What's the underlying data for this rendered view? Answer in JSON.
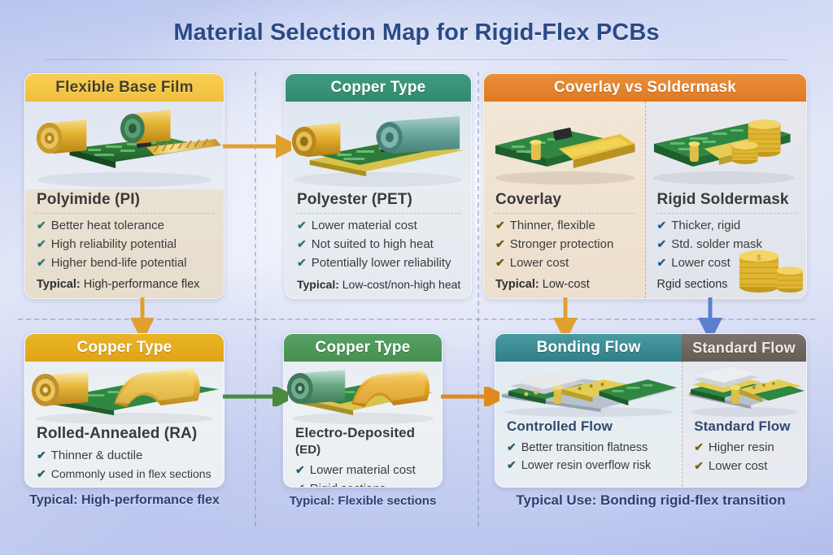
{
  "header": {
    "title": "Material Selection Map for Rigid-Flex PCBs"
  },
  "theme": {
    "accent_gold": "#f0c040",
    "accent_green": "#3f9079",
    "accent_orange": "#e4822c",
    "accent_teal": "#3d8f97",
    "accent_gray": "#6f6661",
    "title_color": "#2a4a86",
    "arrow_orange": "#e0a030",
    "arrow_green": "#4a8a3c",
    "arrow_blue": "#5b7fd0"
  },
  "cards": [
    {
      "id": "flexible-base-film",
      "header": "Flexible Base Film",
      "header_style": "gold",
      "columns": [
        {
          "option": "Polyimide (PI)",
          "option_sub": "",
          "features": [
            "Better heat tolerance",
            "High reliability potential",
            "Higher bend-life potential"
          ],
          "typical_label": "Typical:",
          "typical_value": "High-performance flex",
          "art": "pi-roll-and-board"
        }
      ]
    },
    {
      "id": "copper-type-pet",
      "header": "Copper Type",
      "header_style": "green",
      "columns": [
        {
          "option": "Polyester (PET)",
          "option_sub": "",
          "features": [
            "Lower material cost",
            "Not suited to high heat",
            "Potentially lower reliability"
          ],
          "typical_label": "Typical:",
          "typical_value": "Low-cost/non-high heat",
          "art": "pet-rolls-on-board"
        }
      ]
    },
    {
      "id": "coverlay-vs-soldermask",
      "header": "Coverlay vs Soldermask",
      "header_style": "orange",
      "columns": [
        {
          "option": "Coverlay",
          "option_sub": "",
          "features": [
            "Thinner, flexible",
            "Stronger protection",
            "Lower cost"
          ],
          "typical_label": "Typical:",
          "typical_value": "Low-cost",
          "art": "coverlay-board"
        },
        {
          "option": "Rigid Soldermask",
          "option_sub": "",
          "features": [
            "Thicker, rigid",
            "Std. solder mask",
            "Lower cost"
          ],
          "typical_label": "",
          "typical_value": "Rgid sections",
          "art": "soldermask-board-coins"
        }
      ]
    },
    {
      "id": "copper-type-ra",
      "header": "Copper Type",
      "header_style": "gold-solid",
      "columns": [
        {
          "option": "Rolled-Annealed (RA)",
          "option_sub": "",
          "features": [
            "Thinner & ductile",
            "Commonly used in flex sections"
          ],
          "typical_label": "",
          "typical_value": "",
          "art": "ra-copper-roll"
        }
      ],
      "footer_caption": "Typical: High-performance flex"
    },
    {
      "id": "copper-type-ed",
      "header": "Copper Type",
      "header_style": "green",
      "columns": [
        {
          "option": "Electro-Deposited",
          "option_sub": "(ED)",
          "features": [
            "Lower material cost",
            "Rigid sections"
          ],
          "typical_label": "",
          "typical_value": "",
          "art": "ed-copper-roll"
        }
      ],
      "footer_caption": "Typical: Flexible sections"
    },
    {
      "id": "bonding-flow",
      "header": "Bonding Flow",
      "header2": "Standard Flow",
      "header_style": "teal-gray",
      "columns": [
        {
          "option": "Controlled Flow",
          "option_sub": "",
          "features": [
            "Better transition flatness",
            "Lower resin overflow risk"
          ],
          "typical_label": "",
          "typical_value": "",
          "art": "bonding-stack"
        },
        {
          "option": "Standard Flow",
          "option_sub": "",
          "features": [
            "Higher resin",
            "Lower cost"
          ],
          "typical_label": "",
          "typical_value": "",
          "art": "standard-stack"
        }
      ],
      "footer_caption": "Typical Use: Bonding rigid-flex transition"
    }
  ],
  "arrows": [
    {
      "id": "pi-to-pet",
      "direction": "right",
      "color": "#e0a030"
    },
    {
      "id": "pi-to-ra",
      "direction": "down",
      "color": "#e0a030"
    },
    {
      "id": "coverlay-to-bond",
      "direction": "down",
      "color": "#e0a030"
    },
    {
      "id": "soldermask-to-std",
      "direction": "down",
      "color": "#5b7fd0"
    },
    {
      "id": "ra-to-ed",
      "direction": "right",
      "color": "#4a8a3c"
    },
    {
      "id": "ed-to-bond",
      "direction": "right",
      "color": "#e08a1e"
    }
  ],
  "icons": {
    "check": "✔"
  }
}
